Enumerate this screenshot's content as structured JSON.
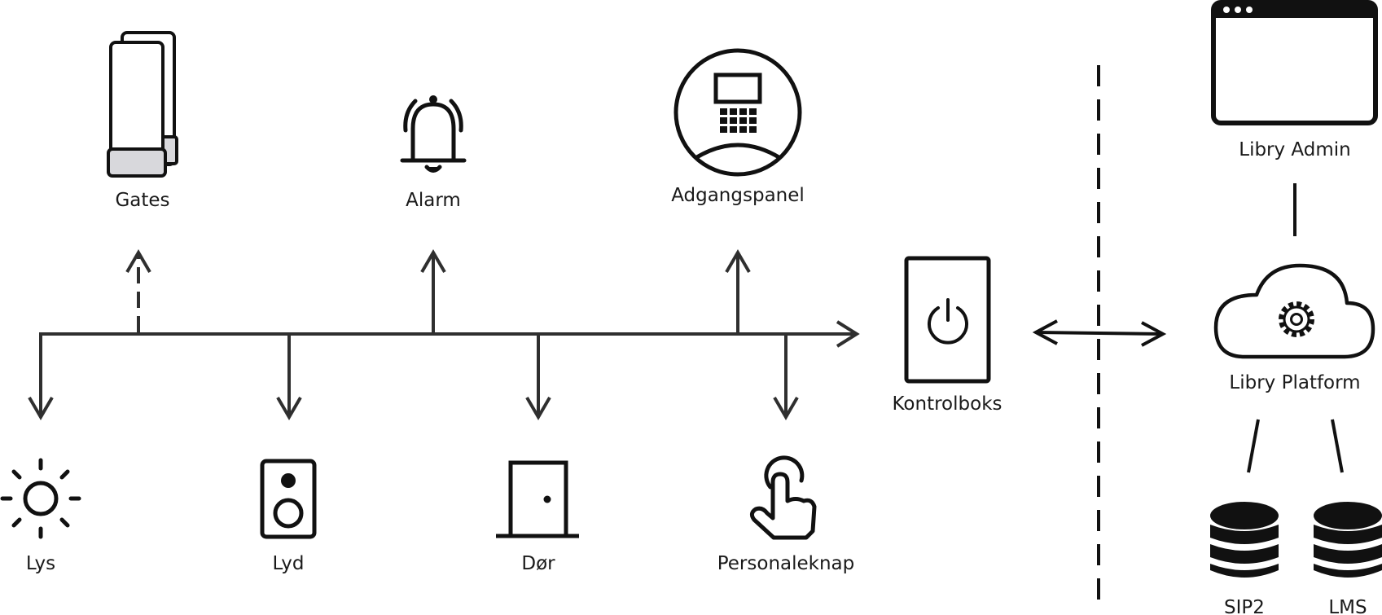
{
  "colors": {
    "stroke": "#2f2f2f",
    "icon": "#111111",
    "gate_fill": "#d8d8dc",
    "background": "#ffffff"
  },
  "nodes": {
    "gates": {
      "label": "Gates",
      "icon": "gates-icon"
    },
    "alarm": {
      "label": "Alarm",
      "icon": "bell-icon"
    },
    "adgangspanel": {
      "label": "Adgangspanel",
      "icon": "keypad-icon"
    },
    "lys": {
      "label": "Lys",
      "icon": "sun-icon"
    },
    "lyd": {
      "label": "Lyd",
      "icon": "speaker-icon"
    },
    "dor": {
      "label": "Dør",
      "icon": "door-icon"
    },
    "personaleknap": {
      "label": "Personaleknap",
      "icon": "hand-pointer-icon"
    },
    "kontrolboks": {
      "label": "Kontrolboks",
      "icon": "power-icon"
    },
    "libry_admin": {
      "label": "Libry Admin",
      "icon": "browser-window-icon"
    },
    "libry_platform": {
      "label": "Libry Platform",
      "icon": "cloud-gear-icon"
    },
    "sip2": {
      "label": "SIP2",
      "icon": "database-icon"
    },
    "lms": {
      "label": "LMS",
      "icon": "database-icon"
    }
  }
}
